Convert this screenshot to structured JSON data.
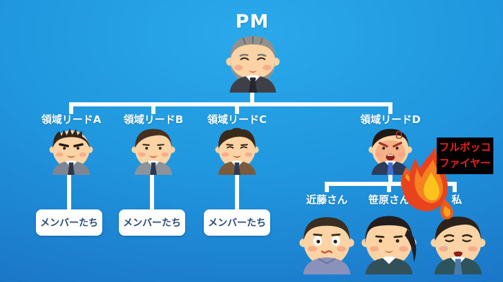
{
  "pm": {
    "label": "PM",
    "avatar": "pm-old-man"
  },
  "leads": [
    {
      "label": "領域リードA",
      "avatar": "lead-a-man",
      "box_label": "メンバーたち"
    },
    {
      "label": "領域リードB",
      "avatar": "lead-b-man",
      "box_label": "メンバーたち"
    },
    {
      "label": "領域リードC",
      "avatar": "lead-c-man",
      "box_label": "メンバーたち"
    },
    {
      "label": "領域リードD",
      "avatar": "lead-d-angry-man"
    }
  ],
  "team_d_members": [
    {
      "name": "近藤さん",
      "avatar": "kondo-man"
    },
    {
      "name": "笹原さん",
      "avatar": "sasahara-woman"
    },
    {
      "name": "私",
      "avatar": "watashi-sad-man"
    }
  ],
  "callout": {
    "line1": "フルボッコ",
    "line2": "ファイヤー",
    "text_color": "#e8211d",
    "bg_color": "#000000"
  },
  "effects": {
    "fire": "fire-icon"
  },
  "colors": {
    "background_top": "#2aa9eb",
    "background_bottom": "#1a6cc0",
    "connector": "#ffffff",
    "box_text": "#2a4a7a",
    "label_text": "#ffffff"
  }
}
